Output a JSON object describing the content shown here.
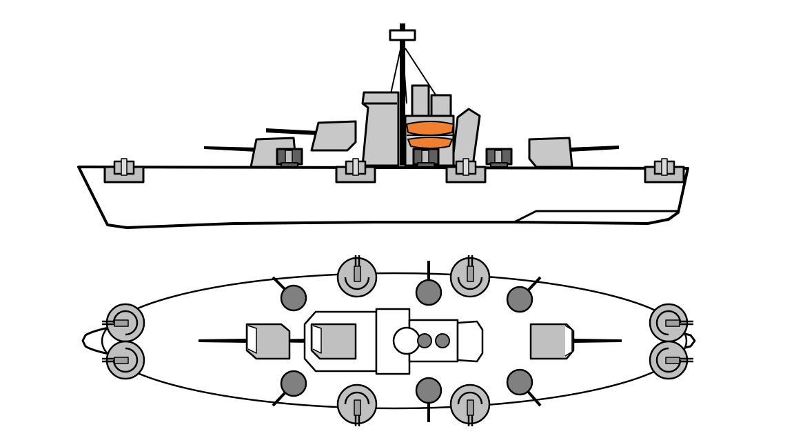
{
  "colors": {
    "background": "#ffffff",
    "outline": "#000000",
    "hull": "#ffffff",
    "superstructure": "#c8c8c8",
    "mount": "#c0c0c0",
    "secondary_mount": "#606060",
    "aa_mount": "#808080",
    "lifeboat_band": "#f08030",
    "inner_gun": "#a0a0a0"
  },
  "views": [
    {
      "id": "side-profile",
      "icon": "side-elevation-view"
    },
    {
      "id": "top-plan",
      "icon": "plan-view"
    }
  ]
}
